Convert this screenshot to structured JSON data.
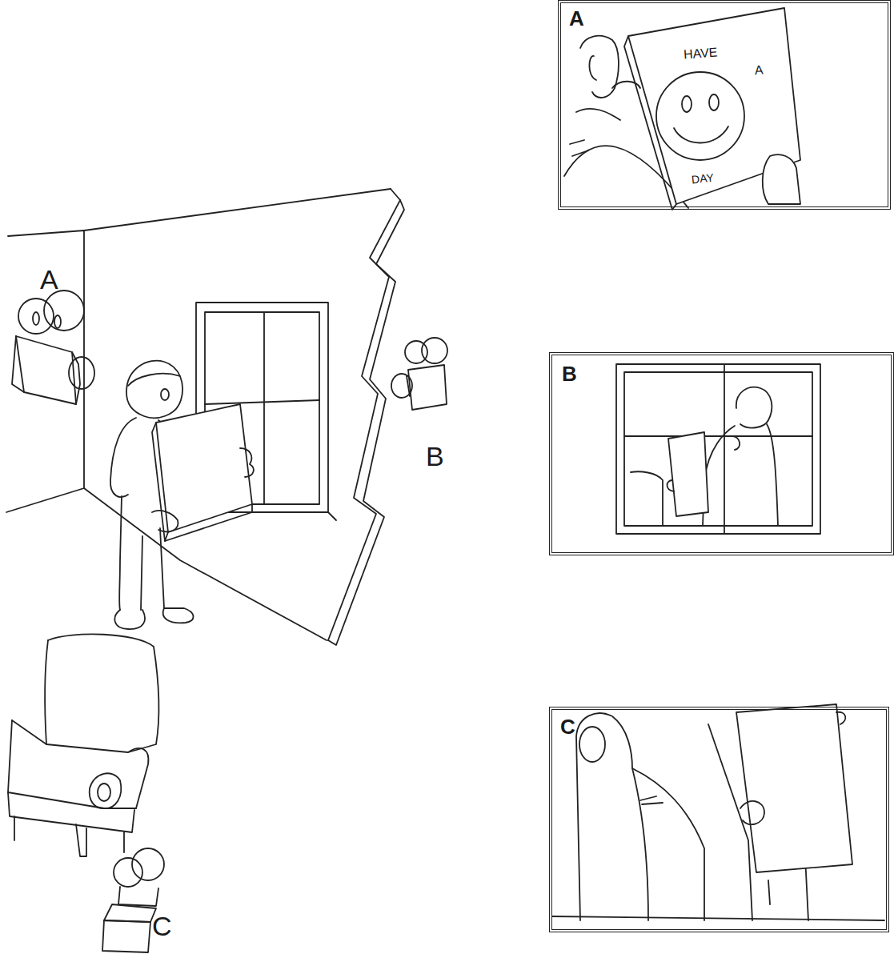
{
  "diagram": {
    "nodes": [
      {
        "text": [
          "A",
          "HAVE",
          "A",
          "DAY"
        ]
      },
      {
        "text": [
          "B"
        ]
      },
      {
        "text": [
          "C"
        ]
      }
    ],
    "labels": [
      "A",
      "B",
      "C"
    ]
  }
}
